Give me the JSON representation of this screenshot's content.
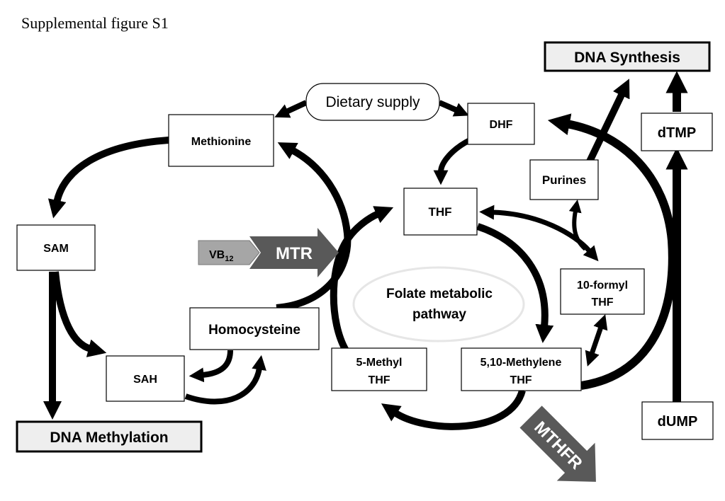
{
  "figure_title": "Supplemental figure S1",
  "nodes": {
    "dietary_supply": "Dietary supply",
    "methionine": "Methionine",
    "sam": "SAM",
    "sah": "SAH",
    "homocysteine": "Homocysteine",
    "dna_methylation": "DNA Methylation",
    "dhf": "DHF",
    "thf": "THF",
    "purines": "Purines",
    "formyl_thf_line1": "10-formyl",
    "formyl_thf_line2": "THF",
    "methyl_thf_line1": "5-Methyl",
    "methyl_thf_line2": "THF",
    "methylene_thf_line1": "5,10-Methylene",
    "methylene_thf_line2": "THF",
    "dna_synthesis": "DNA Synthesis",
    "dtmp": "dTMP",
    "dump": "dUMP"
  },
  "center_label_line1": "Folate metabolic",
  "center_label_line2": "pathway",
  "enzymes": {
    "vb12": "VB",
    "vb12_sub": "12",
    "mtr": "MTR",
    "mthfr": "MTHFR"
  },
  "colors": {
    "enzyme_dark": "#595959",
    "cofactor_light": "#a6a6a6",
    "highlight_box": "#eeeeee",
    "ellipse_stroke": "#e6e6e6"
  }
}
